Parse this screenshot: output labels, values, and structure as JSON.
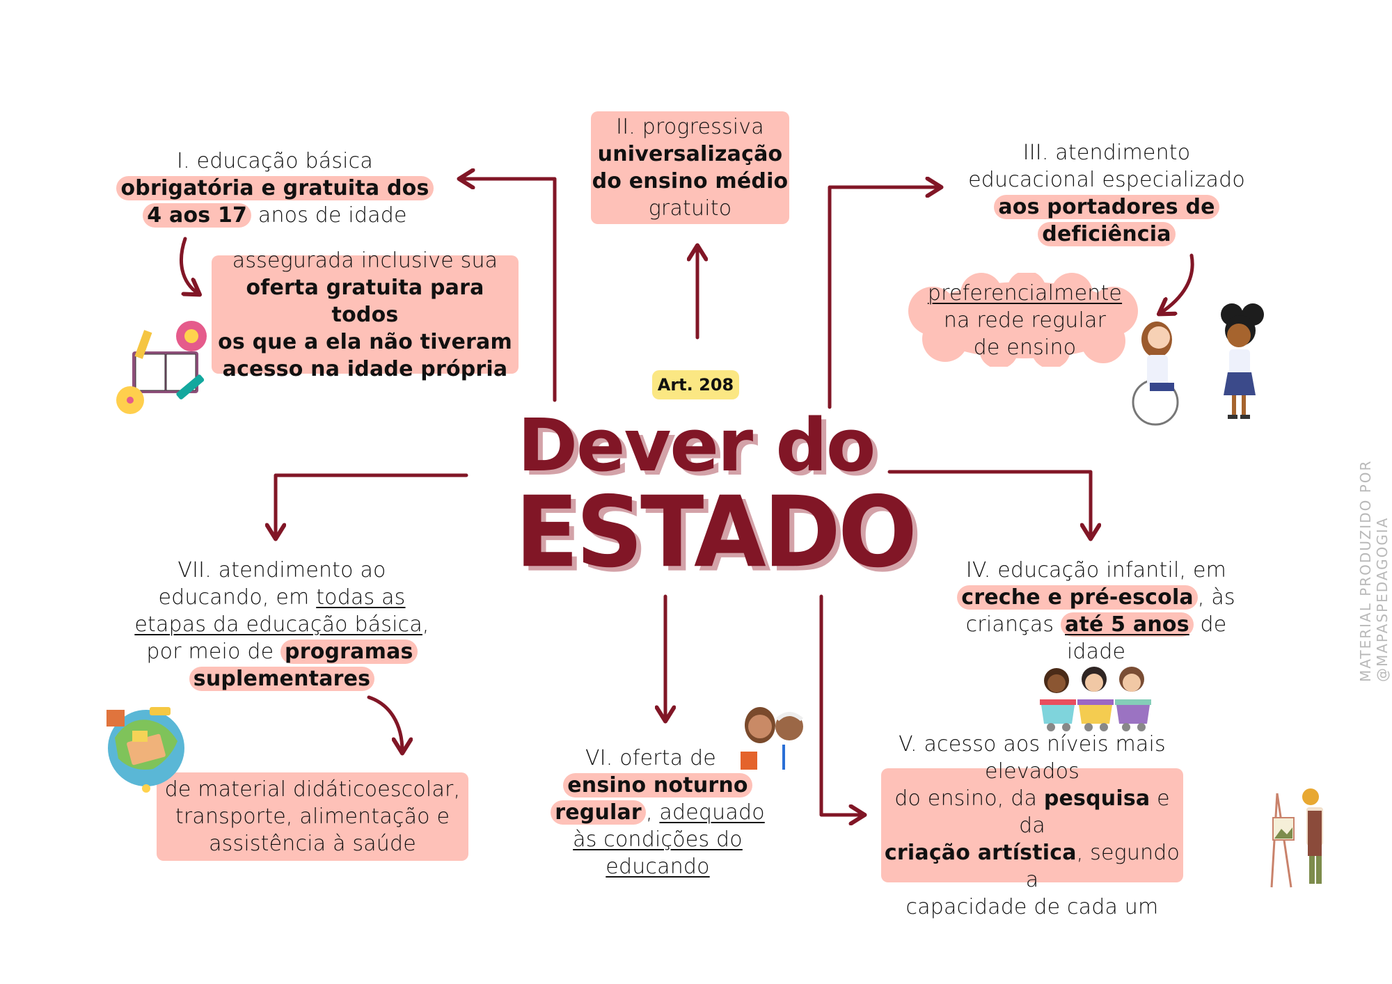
{
  "title": {
    "line1": "Dever do",
    "line2": "ESTADO",
    "article": "Art. 208"
  },
  "colors": {
    "accent": "#811626",
    "shadow": "#d3a2a8",
    "highlight": "#fec1b8",
    "article_badge": "#fbe783",
    "watermark": "#b9b9b9"
  },
  "items": {
    "I": {
      "l1": "I.  educação básica",
      "l2_bold": "obrigatória e gratuita dos",
      "l3_bold": "4 aos 17",
      "l3_rest": " anos de idade",
      "sub_l1": "assegurada inclusive sua",
      "sub_l2": "oferta gratuita para todos",
      "sub_l3": "os que a ela não tiveram",
      "sub_l4": "acesso na idade própria"
    },
    "II": {
      "l1": "II. progressiva",
      "l2": "universalização",
      "l3": "do ensino médio",
      "l4": "gratuito"
    },
    "III": {
      "l1": "III. atendimento",
      "l2": "educacional especializado",
      "l3": "aos portadores de",
      "l4": "deficiência",
      "cloud_l1": "preferencialmente",
      "cloud_l2": "na rede regular",
      "cloud_l3": "de ensino"
    },
    "IV": {
      "l1": "IV. educação infantil, em",
      "l2_bold": "creche e pré-escola",
      "l2_rest": ", às",
      "l3_a": "crianças ",
      "l3_bold": "até 5 anos",
      "l3_rest": " de",
      "l4": "idade"
    },
    "V": {
      "l1": "V. acesso aos níveis mais elevados",
      "l2_a": "do ensino, da ",
      "l2_bold": "pesquisa",
      "l2_rest": " e da",
      "l3_bold": "criação artística",
      "l3_rest": ", segundo a",
      "l4": "capacidade de cada um"
    },
    "VI": {
      "l1": "VI. oferta de",
      "l2_bold": "ensino noturno",
      "l3_bold": "regular",
      "l3_sep": ", ",
      "l3_ul": "adequado",
      "l4_ul": "às condições do",
      "l5_ul": "educando"
    },
    "VII": {
      "l1": "VII. atendimento ao",
      "l2_a": "educando, em ",
      "l2_ul": "todas as",
      "l3_ul": "etapas da educação básica",
      "l3_rest": ",",
      "l4_a": "por meio de ",
      "l4_bold": "programas",
      "l5_bold": "suplementares",
      "sub_l1": "de material didáticoescolar,",
      "sub_l2": "transporte, alimentação e",
      "sub_l3": "assistência à saúde"
    }
  },
  "illustrations": {
    "I": "books-and-ideas-illustration",
    "III": "children-wheelchair-illustration",
    "IV": "children-in-train-illustration",
    "V": "painter-at-easel-illustration",
    "VI": "adult-students-illustration",
    "VII": "globe-school-illustration"
  },
  "watermark": "MATERIAL PRODUZIDO POR @MAPASPEDAGOGIA"
}
